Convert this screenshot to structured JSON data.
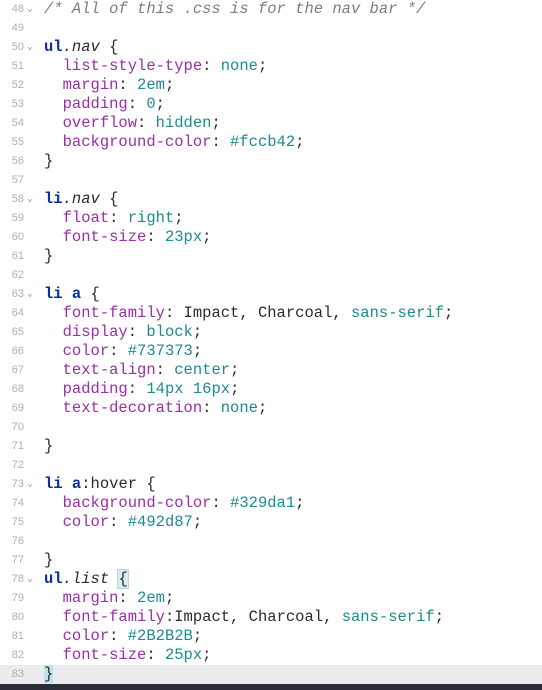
{
  "editor": {
    "lines": [
      {
        "n": "48",
        "fold": true,
        "tokens": [
          {
            "t": "comment",
            "v": "/* All of this .css is for the nav bar */"
          }
        ]
      },
      {
        "n": "49",
        "fold": false,
        "tokens": []
      },
      {
        "n": "50",
        "fold": true,
        "tokens": [
          {
            "t": "tag",
            "v": "ul"
          },
          {
            "t": "cls",
            "v": ".nav"
          },
          {
            "t": "plain",
            "v": " {"
          }
        ]
      },
      {
        "n": "51",
        "fold": false,
        "tokens": [
          {
            "t": "plain",
            "v": "  "
          },
          {
            "t": "prop",
            "v": "list-style-type"
          },
          {
            "t": "punct",
            "v": ": "
          },
          {
            "t": "val",
            "v": "none"
          },
          {
            "t": "punct",
            "v": ";"
          }
        ]
      },
      {
        "n": "52",
        "fold": false,
        "tokens": [
          {
            "t": "plain",
            "v": "  "
          },
          {
            "t": "prop",
            "v": "margin"
          },
          {
            "t": "punct",
            "v": ": "
          },
          {
            "t": "val",
            "v": "2em"
          },
          {
            "t": "punct",
            "v": ";"
          }
        ]
      },
      {
        "n": "53",
        "fold": false,
        "tokens": [
          {
            "t": "plain",
            "v": "  "
          },
          {
            "t": "prop",
            "v": "padding"
          },
          {
            "t": "punct",
            "v": ": "
          },
          {
            "t": "val",
            "v": "0"
          },
          {
            "t": "punct",
            "v": ";"
          }
        ]
      },
      {
        "n": "54",
        "fold": false,
        "tokens": [
          {
            "t": "plain",
            "v": "  "
          },
          {
            "t": "prop",
            "v": "overflow"
          },
          {
            "t": "punct",
            "v": ": "
          },
          {
            "t": "val",
            "v": "hidden"
          },
          {
            "t": "punct",
            "v": ";"
          }
        ]
      },
      {
        "n": "55",
        "fold": false,
        "tokens": [
          {
            "t": "plain",
            "v": "  "
          },
          {
            "t": "prop",
            "v": "background-color"
          },
          {
            "t": "punct",
            "v": ": "
          },
          {
            "t": "val",
            "v": "#fccb42"
          },
          {
            "t": "punct",
            "v": ";"
          }
        ]
      },
      {
        "n": "56",
        "fold": false,
        "tokens": [
          {
            "t": "plain",
            "v": "}"
          }
        ]
      },
      {
        "n": "57",
        "fold": false,
        "tokens": []
      },
      {
        "n": "58",
        "fold": true,
        "tokens": [
          {
            "t": "tag",
            "v": "li"
          },
          {
            "t": "cls",
            "v": ".nav"
          },
          {
            "t": "plain",
            "v": " {"
          }
        ]
      },
      {
        "n": "59",
        "fold": false,
        "tokens": [
          {
            "t": "plain",
            "v": "  "
          },
          {
            "t": "prop",
            "v": "float"
          },
          {
            "t": "punct",
            "v": ": "
          },
          {
            "t": "val",
            "v": "right"
          },
          {
            "t": "punct",
            "v": ";"
          }
        ]
      },
      {
        "n": "60",
        "fold": false,
        "tokens": [
          {
            "t": "plain",
            "v": "  "
          },
          {
            "t": "prop",
            "v": "font-size"
          },
          {
            "t": "punct",
            "v": ": "
          },
          {
            "t": "val",
            "v": "23px"
          },
          {
            "t": "punct",
            "v": ";"
          }
        ]
      },
      {
        "n": "61",
        "fold": false,
        "tokens": [
          {
            "t": "plain",
            "v": "}"
          }
        ]
      },
      {
        "n": "62",
        "fold": false,
        "tokens": []
      },
      {
        "n": "63",
        "fold": true,
        "tokens": [
          {
            "t": "tag",
            "v": "li"
          },
          {
            "t": "plain",
            "v": " "
          },
          {
            "t": "tag",
            "v": "a"
          },
          {
            "t": "plain",
            "v": " {"
          }
        ]
      },
      {
        "n": "64",
        "fold": false,
        "tokens": [
          {
            "t": "plain",
            "v": "  "
          },
          {
            "t": "prop",
            "v": "font-family"
          },
          {
            "t": "punct",
            "v": ": "
          },
          {
            "t": "plain",
            "v": "Impact, Charcoal, "
          },
          {
            "t": "val",
            "v": "sans-serif"
          },
          {
            "t": "punct",
            "v": ";"
          }
        ]
      },
      {
        "n": "65",
        "fold": false,
        "tokens": [
          {
            "t": "plain",
            "v": "  "
          },
          {
            "t": "prop",
            "v": "display"
          },
          {
            "t": "punct",
            "v": ": "
          },
          {
            "t": "val",
            "v": "block"
          },
          {
            "t": "punct",
            "v": ";"
          }
        ]
      },
      {
        "n": "66",
        "fold": false,
        "tokens": [
          {
            "t": "plain",
            "v": "  "
          },
          {
            "t": "prop",
            "v": "color"
          },
          {
            "t": "punct",
            "v": ": "
          },
          {
            "t": "val",
            "v": "#737373"
          },
          {
            "t": "punct",
            "v": ";"
          }
        ]
      },
      {
        "n": "67",
        "fold": false,
        "tokens": [
          {
            "t": "plain",
            "v": "  "
          },
          {
            "t": "prop",
            "v": "text-align"
          },
          {
            "t": "punct",
            "v": ": "
          },
          {
            "t": "val",
            "v": "center"
          },
          {
            "t": "punct",
            "v": ";"
          }
        ]
      },
      {
        "n": "68",
        "fold": false,
        "tokens": [
          {
            "t": "plain",
            "v": "  "
          },
          {
            "t": "prop",
            "v": "padding"
          },
          {
            "t": "punct",
            "v": ": "
          },
          {
            "t": "val",
            "v": "14px 16px"
          },
          {
            "t": "punct",
            "v": ";"
          }
        ]
      },
      {
        "n": "69",
        "fold": false,
        "tokens": [
          {
            "t": "plain",
            "v": "  "
          },
          {
            "t": "prop",
            "v": "text-decoration"
          },
          {
            "t": "punct",
            "v": ": "
          },
          {
            "t": "val",
            "v": "none"
          },
          {
            "t": "punct",
            "v": ";"
          }
        ]
      },
      {
        "n": "70",
        "fold": false,
        "tokens": []
      },
      {
        "n": "71",
        "fold": false,
        "tokens": [
          {
            "t": "plain",
            "v": "}"
          }
        ]
      },
      {
        "n": "72",
        "fold": false,
        "tokens": []
      },
      {
        "n": "73",
        "fold": true,
        "tokens": [
          {
            "t": "tag",
            "v": "li"
          },
          {
            "t": "plain",
            "v": " "
          },
          {
            "t": "tag",
            "v": "a"
          },
          {
            "t": "plain",
            "v": ":hover {"
          }
        ]
      },
      {
        "n": "74",
        "fold": false,
        "tokens": [
          {
            "t": "plain",
            "v": "  "
          },
          {
            "t": "prop",
            "v": "background-color"
          },
          {
            "t": "punct",
            "v": ": "
          },
          {
            "t": "val",
            "v": "#329da1"
          },
          {
            "t": "punct",
            "v": ";"
          }
        ]
      },
      {
        "n": "75",
        "fold": false,
        "tokens": [
          {
            "t": "plain",
            "v": "  "
          },
          {
            "t": "prop",
            "v": "color"
          },
          {
            "t": "punct",
            "v": ": "
          },
          {
            "t": "val",
            "v": "#492d87"
          },
          {
            "t": "punct",
            "v": ";"
          }
        ]
      },
      {
        "n": "76",
        "fold": false,
        "tokens": []
      },
      {
        "n": "77",
        "fold": false,
        "tokens": [
          {
            "t": "plain",
            "v": "}"
          }
        ]
      },
      {
        "n": "78",
        "fold": true,
        "tokens": [
          {
            "t": "tag",
            "v": "ul"
          },
          {
            "t": "cls",
            "v": ".list"
          },
          {
            "t": "plain",
            "v": " "
          },
          {
            "t": "bracehl",
            "v": "{"
          }
        ]
      },
      {
        "n": "79",
        "fold": false,
        "tokens": [
          {
            "t": "plain",
            "v": "  "
          },
          {
            "t": "prop",
            "v": "margin"
          },
          {
            "t": "punct",
            "v": ": "
          },
          {
            "t": "val",
            "v": "2em"
          },
          {
            "t": "punct",
            "v": ";"
          }
        ]
      },
      {
        "n": "80",
        "fold": false,
        "tokens": [
          {
            "t": "plain",
            "v": "  "
          },
          {
            "t": "prop",
            "v": "font-family"
          },
          {
            "t": "punct",
            "v": ":"
          },
          {
            "t": "plain",
            "v": "Impact, Charcoal, "
          },
          {
            "t": "val",
            "v": "sans-serif"
          },
          {
            "t": "punct",
            "v": ";"
          }
        ]
      },
      {
        "n": "81",
        "fold": false,
        "tokens": [
          {
            "t": "plain",
            "v": "  "
          },
          {
            "t": "prop",
            "v": "color"
          },
          {
            "t": "punct",
            "v": ": "
          },
          {
            "t": "val",
            "v": "#2B2B2B"
          },
          {
            "t": "punct",
            "v": ";"
          }
        ]
      },
      {
        "n": "82",
        "fold": false,
        "tokens": [
          {
            "t": "plain",
            "v": "  "
          },
          {
            "t": "prop",
            "v": "font-size"
          },
          {
            "t": "punct",
            "v": ": "
          },
          {
            "t": "val",
            "v": "25px"
          },
          {
            "t": "punct",
            "v": ";"
          }
        ]
      },
      {
        "n": "83",
        "fold": false,
        "active": true,
        "tokens": [
          {
            "t": "bracecursor",
            "v": "}"
          }
        ]
      }
    ],
    "fold_icon": "chevron-down-icon"
  },
  "colors": {
    "keyword_tag": "#0a2fa3",
    "property": "#9b2fa8",
    "value": "#1f8a8f",
    "comment": "#7d7d7d",
    "gutter_text": "#b0b0b0",
    "active_line": "#ececef",
    "bottom_bar": "#2a2d3a"
  }
}
